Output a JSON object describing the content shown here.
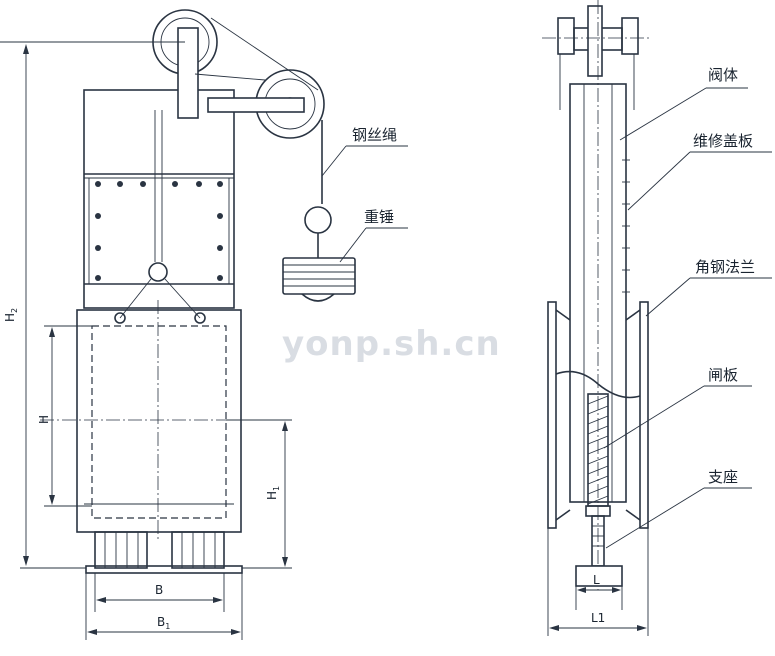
{
  "watermark": "yonp.sh.cn",
  "labels": {
    "wire_rope": "钢丝绳",
    "counterweight": "重锤",
    "valve_body": "阀体",
    "maintenance_cover": "维修盖板",
    "angle_flange": "角钢法兰",
    "gate_plate": "闸板",
    "support": "支座"
  },
  "dimensions": {
    "H2": "H",
    "H2_sub": "2",
    "H": "H",
    "H1": "H",
    "H1_sub": "1",
    "B": "B",
    "B1": "B",
    "B1_sub": "1",
    "L": "L",
    "L1": "L1"
  }
}
